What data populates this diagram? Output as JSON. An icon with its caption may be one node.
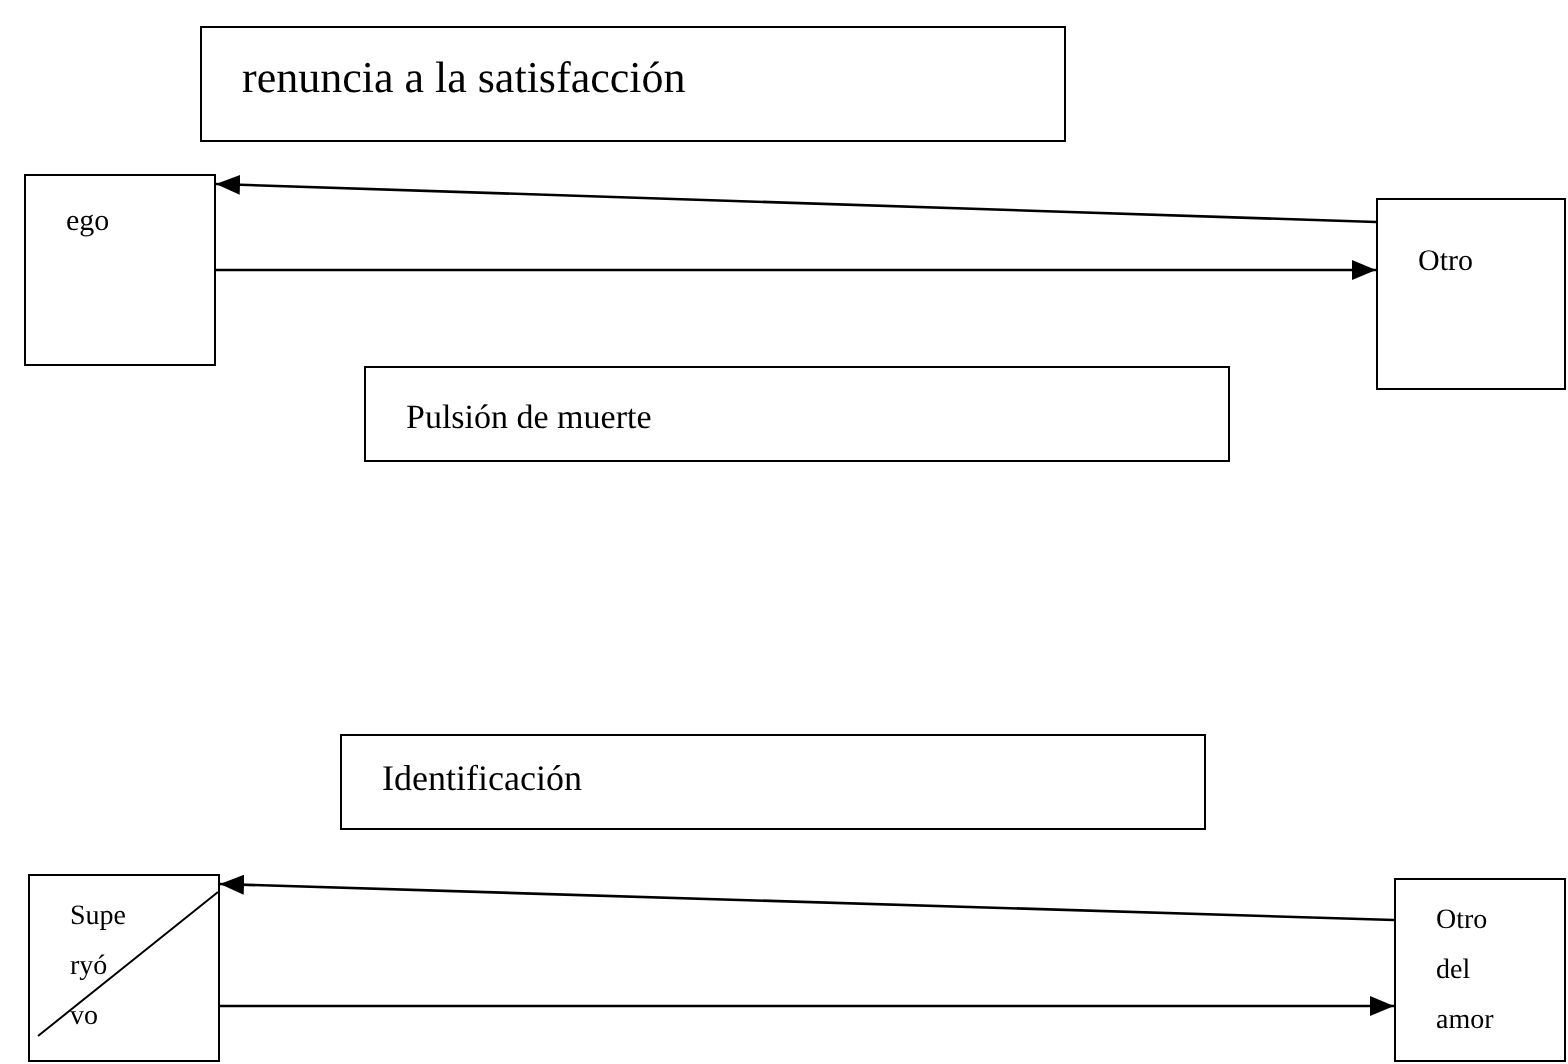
{
  "diagram": {
    "nodes": [
      {
        "text": [
          "renuncia a la satisfacción"
        ]
      },
      {
        "text": [
          "ego"
        ]
      },
      {
        "text": [
          "Otro"
        ]
      },
      {
        "text": [
          "Pulsión de muerte"
        ]
      },
      {
        "text": [
          "Identificación"
        ]
      },
      {
        "text": [
          "Supe ryó vo"
        ]
      },
      {
        "text": [
          "Otro del amor"
        ]
      }
    ],
    "edges": [
      {
        "from": 2,
        "to": 1,
        "arrow": "to"
      },
      {
        "from": 1,
        "to": 2,
        "arrow": "to"
      },
      {
        "from": 6,
        "to": 5,
        "arrow": "to"
      },
      {
        "from": 5,
        "to": 6,
        "arrow": "to"
      }
    ]
  }
}
